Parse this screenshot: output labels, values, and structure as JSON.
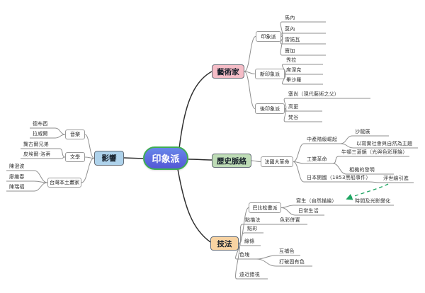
{
  "page": {
    "background": "#ffffff"
  },
  "root": {
    "label": "印象派",
    "fill_top": "#6787e9",
    "fill_bottom": "#5457d6",
    "border": "#3fae52"
  },
  "branches": [
    {
      "label": "藝術家",
      "color": "#f5bdc7",
      "children": [
        {
          "label": "印象派",
          "children": [
            {
              "label": "馬內"
            },
            {
              "label": "莫內"
            },
            {
              "label": "雷諾瓦"
            },
            {
              "label": "竇加"
            }
          ]
        },
        {
          "label": "新印象派",
          "children": [
            {
              "label": "秀拉"
            },
            {
              "label": "席涅克"
            },
            {
              "label": "畢沙羅"
            }
          ]
        },
        {
          "label": "後印象派",
          "children": [
            {
              "label": "塞尚（現代藝術之父）"
            },
            {
              "label": "高更"
            },
            {
              "label": "梵谷"
            }
          ]
        }
      ]
    },
    {
      "label": "歷史脈絡",
      "color": "#bedcb6",
      "children": [
        {
          "label": "法國大革命",
          "children": [
            {
              "label": "中產階級崛起",
              "children": [
                {
                  "label": "沙龍展"
                },
                {
                  "label": "以寫實社會與自然為主題"
                }
              ]
            },
            {
              "label": "工業革命",
              "children": [
                {
                  "label": "牛頓三菱鏡（光與色彩理論）"
                },
                {
                  "label": "相機的發明"
                }
              ]
            },
            {
              "label": "日本開國（1853黑船事件）",
              "children": [
                {
                  "label": "浮世繪引進"
                }
              ]
            }
          ]
        }
      ]
    },
    {
      "label": "技法",
      "color": "#f8d3a2",
      "children": [
        {
          "label": "巴比松畫派",
          "children": [
            {
              "label": "寫生（自然描繪）",
              "children": [
                {
                  "label": "時間及光影變化"
                }
              ]
            },
            {
              "label": "日常生活"
            }
          ]
        },
        {
          "label": "點描法",
          "children": [
            {
              "label": "色彩併置"
            }
          ]
        },
        {
          "label": "點彩"
        },
        {
          "label": "線條"
        },
        {
          "label": "色塊",
          "children": [
            {
              "label": "互補色"
            },
            {
              "label": "打破固有色"
            }
          ]
        },
        {
          "label": "遠近錯視"
        }
      ]
    },
    {
      "label": "影響",
      "color": "#aed2eb",
      "children": [
        {
          "label": "音樂",
          "children": [
            {
              "label": "德布西"
            },
            {
              "label": "拉威爾"
            }
          ]
        },
        {
          "label": "文學",
          "children": [
            {
              "label": "龔古爾兄弟"
            },
            {
              "label": "皮埃爾·洛蒂"
            }
          ]
        },
        {
          "label": "台灣本土畫家",
          "children": [
            {
              "label": "陳澄波"
            },
            {
              "label": "廖繼春"
            },
            {
              "label": "陳瑞福"
            }
          ]
        }
      ]
    }
  ],
  "annotation": {
    "type": "dashed-arrow",
    "from": "浮世繪引進",
    "to": "寫生（自然描繪）",
    "color": "#1ea562"
  }
}
